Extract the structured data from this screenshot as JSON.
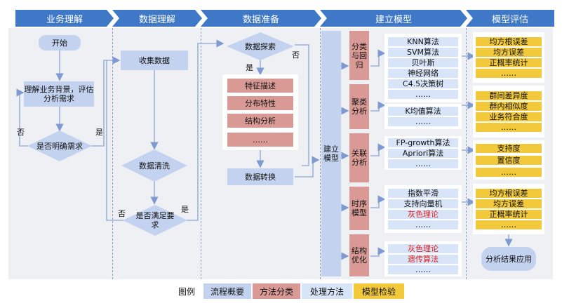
{
  "headers": [
    "业务理解",
    "数据理解",
    "数据准备",
    "建立模型",
    "模型评估"
  ],
  "lane1": {
    "start": "开始",
    "understand": "理解业务背景，评估分析需求",
    "decision": "是否明确需求",
    "no": "否",
    "yes": "是"
  },
  "lane2": {
    "collect": "收集数据",
    "clean": "数据清洗",
    "decision": "是否满足要求",
    "no": "否",
    "yes": "是"
  },
  "lane3": {
    "explore": "数据探索",
    "no": "否",
    "yes": "是",
    "items": [
      "特征描述",
      "分布特性",
      "结构分析",
      "……"
    ],
    "transform": "数据转换"
  },
  "lane4": {
    "build": "建立模型",
    "groups": [
      {
        "label": "分类与回归",
        "items": [
          "KNN算法",
          "SVM算法",
          "贝叶斯",
          "神经网络",
          "C4.5决策树",
          "……"
        ],
        "red": []
      },
      {
        "label": "聚类分析",
        "items": [
          "K均值算法",
          "……"
        ],
        "red": []
      },
      {
        "label": "关联分析",
        "items": [
          "FP-growth算法",
          "Apriori算法",
          "……"
        ],
        "red": []
      },
      {
        "label": "时序模型",
        "items": [
          "指数平滑",
          "支持向量机",
          "灰色理论",
          "……"
        ],
        "red": [
          2
        ]
      },
      {
        "label": "结构优化",
        "items": [
          "灰色理论",
          "遗传算法",
          "……"
        ],
        "red": [
          0,
          1
        ]
      }
    ]
  },
  "lane5": {
    "groups": [
      [
        "均方根误差",
        "均方误差",
        "正概率统计",
        "……"
      ],
      [
        "群间差异度",
        "群内相似度",
        "业务符合度",
        "……"
      ],
      [
        "支持度",
        "置信度",
        "……"
      ],
      [
        "均方根误差",
        "均方误差",
        "正概率统计",
        "……"
      ]
    ],
    "result": "分析结果应用"
  },
  "legend": {
    "title": "图例",
    "items": [
      {
        "label": "流程概要",
        "color": "#c3d2ef"
      },
      {
        "label": "方法分类",
        "color": "#d99a96"
      },
      {
        "label": "处理方法",
        "color": "#d8e4f7"
      },
      {
        "label": "模型检验",
        "color": "#f2c93a"
      }
    ]
  }
}
